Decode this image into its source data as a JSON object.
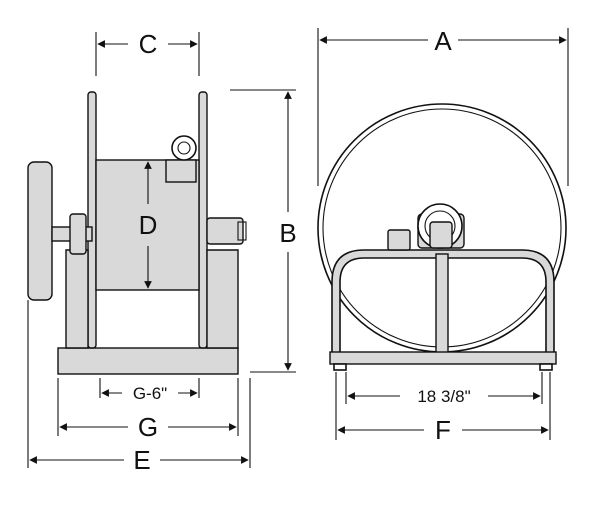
{
  "labels": {
    "a": "A",
    "b": "B",
    "c": "C",
    "d": "D",
    "e": "E",
    "f": "F",
    "g": "G",
    "g6": "G-6\"",
    "width_18_3_8": "18 3/8\""
  },
  "colors": {
    "ink": "#111111",
    "shade": "#d9d9d9",
    "background": "#ffffff"
  }
}
